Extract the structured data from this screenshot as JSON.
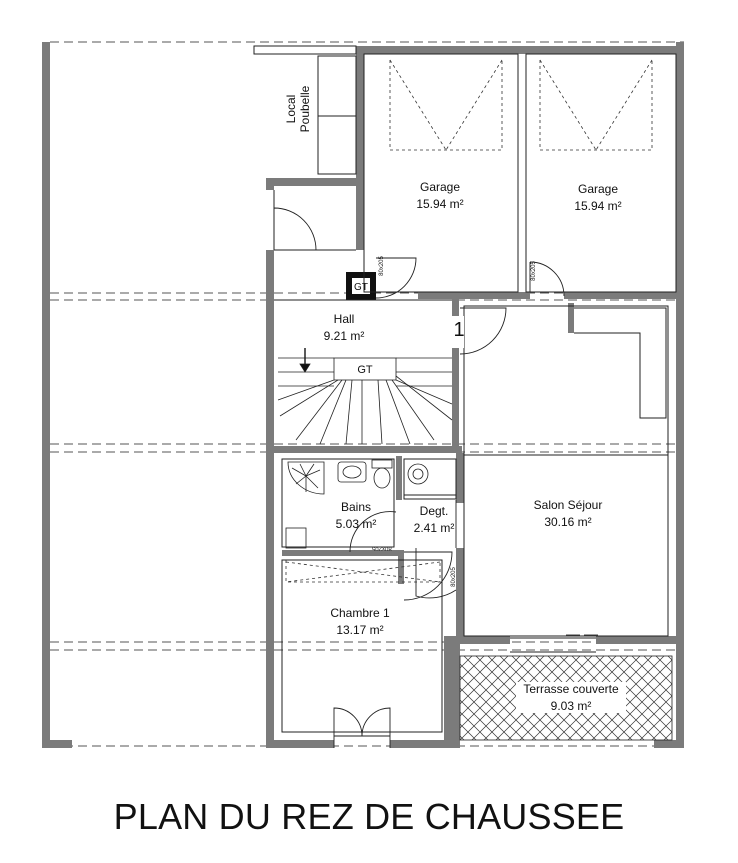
{
  "title": "PLAN DU REZ DE CHAUSSEE",
  "rooms": {
    "garage_left": {
      "name": "Garage",
      "area": "15.94 m²"
    },
    "garage_right": {
      "name": "Garage",
      "area": "15.94 m²"
    },
    "hall": {
      "name": "Hall",
      "area": "9.21 m²"
    },
    "bains": {
      "name": "Bains",
      "area": "5.03 m²"
    },
    "degt": {
      "name": "Degt.",
      "area": "2.41 m²"
    },
    "salon": {
      "name": "Salon Séjour",
      "area": "30.16  m²"
    },
    "chambre": {
      "name": "Chambre 1",
      "area": "13.17 m²"
    },
    "terrasse": {
      "name": "Terrasse couverte",
      "area": "9.03   m²"
    }
  },
  "local_poubelle": {
    "line1": "Local",
    "line2": "Poubelle"
  },
  "marks": {
    "gt_hall": "GT",
    "gt_stair": "GT",
    "level_number": "1",
    "door_code": "80x205"
  },
  "colors": {
    "wall": "#7b7b7b",
    "line": "#222222",
    "dash": "#555555"
  }
}
